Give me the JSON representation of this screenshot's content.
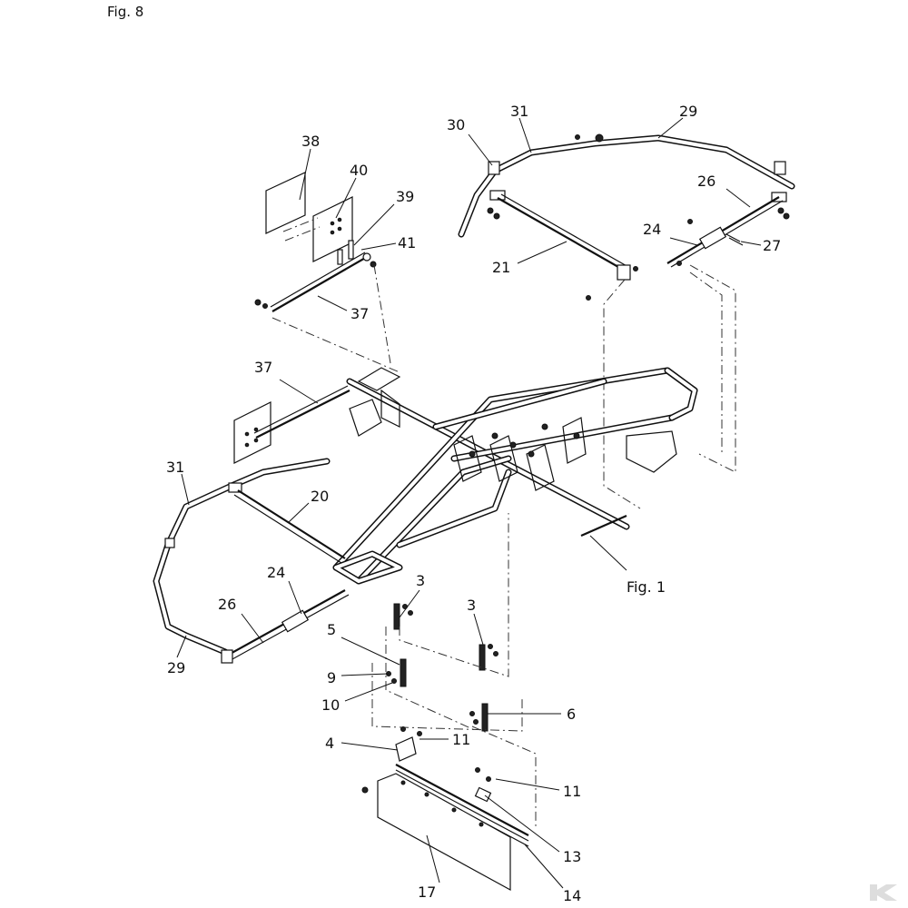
{
  "figure": {
    "title": "Fig. 8",
    "reference_label": "Fig. 1"
  },
  "callouts": [
    {
      "id": "c38",
      "label": "38"
    },
    {
      "id": "c40",
      "label": "40"
    },
    {
      "id": "c39",
      "label": "39"
    },
    {
      "id": "c41",
      "label": "41"
    },
    {
      "id": "c37a",
      "label": "37"
    },
    {
      "id": "c30",
      "label": "30"
    },
    {
      "id": "c31a",
      "label": "31"
    },
    {
      "id": "c29a",
      "label": "29"
    },
    {
      "id": "c26a",
      "label": "26"
    },
    {
      "id": "c24a",
      "label": "24"
    },
    {
      "id": "c27",
      "label": "27"
    },
    {
      "id": "c21",
      "label": "21"
    },
    {
      "id": "c37b",
      "label": "37"
    },
    {
      "id": "c31b",
      "label": "31"
    },
    {
      "id": "c20",
      "label": "20"
    },
    {
      "id": "c24b",
      "label": "24"
    },
    {
      "id": "c26b",
      "label": "26"
    },
    {
      "id": "c29b",
      "label": "29"
    },
    {
      "id": "c3a",
      "label": "3"
    },
    {
      "id": "c3b",
      "label": "3"
    },
    {
      "id": "c5",
      "label": "5"
    },
    {
      "id": "c9",
      "label": "9"
    },
    {
      "id": "c10",
      "label": "10"
    },
    {
      "id": "c6",
      "label": "6"
    },
    {
      "id": "c11a",
      "label": "11"
    },
    {
      "id": "c4",
      "label": "4"
    },
    {
      "id": "c11b",
      "label": "11"
    },
    {
      "id": "c13",
      "label": "13"
    },
    {
      "id": "c14",
      "label": "14"
    },
    {
      "id": "c17",
      "label": "17"
    }
  ],
  "colors": {
    "line": "#111111",
    "background": "#ffffff",
    "logo": "#dddddd"
  },
  "logo": {
    "icon": "brand-k-logo-icon"
  }
}
